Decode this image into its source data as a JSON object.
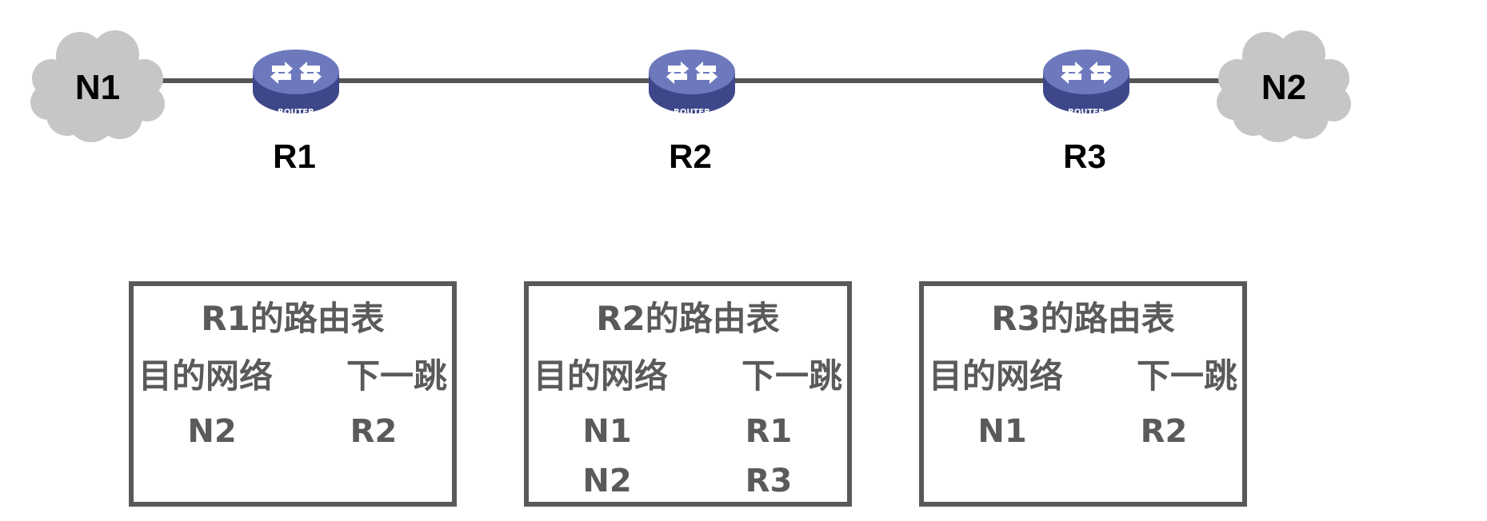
{
  "topology": {
    "networks": [
      {
        "id": "n1",
        "label": "N1"
      },
      {
        "id": "n2",
        "label": "N2"
      }
    ],
    "routers": [
      {
        "id": "r1",
        "label": "R1",
        "device_text": "ROUTER"
      },
      {
        "id": "r2",
        "label": "R2",
        "device_text": "ROUTER"
      },
      {
        "id": "r3",
        "label": "R3",
        "device_text": "ROUTER"
      }
    ],
    "colors": {
      "link": "#555555",
      "cloud": "#c6c6c6",
      "router_top": "#6e79bd",
      "router_side": "#3e478a",
      "table_border": "#595959",
      "table_text": "#5a5a5a"
    }
  },
  "routing_tables": [
    {
      "title": "R1的路由表",
      "headers": {
        "dest": "目的网络",
        "next_hop": "下一跳"
      },
      "rows": [
        {
          "dest": "N2",
          "next_hop": "R2"
        }
      ]
    },
    {
      "title": "R2的路由表",
      "headers": {
        "dest": "目的网络",
        "next_hop": "下一跳"
      },
      "rows": [
        {
          "dest": "N1",
          "next_hop": "R1"
        },
        {
          "dest": "N2",
          "next_hop": "R3"
        }
      ]
    },
    {
      "title": "R3的路由表",
      "headers": {
        "dest": "目的网络",
        "next_hop": "下一跳"
      },
      "rows": [
        {
          "dest": "N1",
          "next_hop": "R2"
        }
      ]
    }
  ]
}
